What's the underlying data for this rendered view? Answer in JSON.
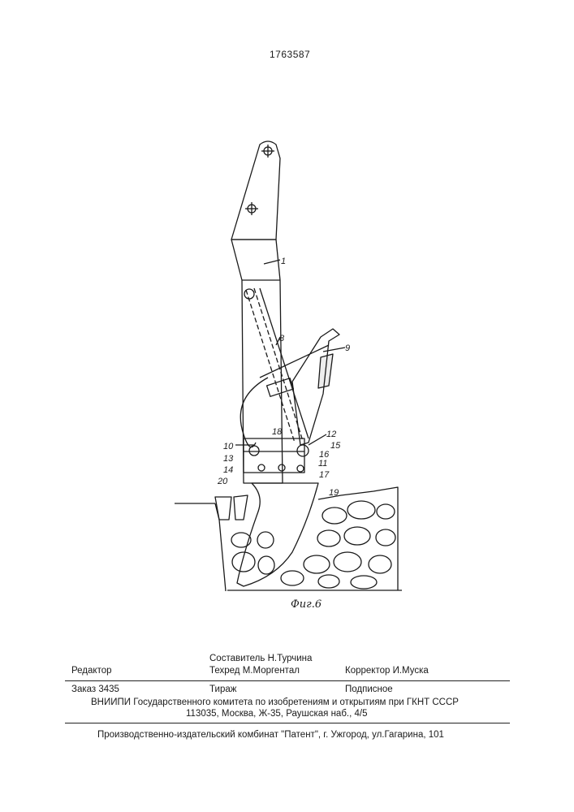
{
  "header": {
    "patent_number": "1763587"
  },
  "figure": {
    "caption": "Фиг.6",
    "labels": {
      "l1": "1",
      "l8": "8",
      "l9": "9",
      "l10": "10",
      "l11": "11",
      "l12": "12",
      "l13": "13",
      "l14": "14",
      "l15": "15",
      "l16": "16",
      "l17": "17",
      "l18": "18",
      "l19": "19",
      "l20": "20"
    }
  },
  "imprint": {
    "editor": "Редактор",
    "compiler": "Составитель  Н.Турчина",
    "techred": "Техред М.Моргентал",
    "corrector": "Корректор И.Муска",
    "order": "Заказ  3435",
    "circulation": "Тираж",
    "subscription": "Подписное",
    "vniipi": "ВНИИПИ Государственного комитета по изобретениям и открытиям при ГКНТ СССР",
    "address": "113035, Москва, Ж-35, Раушская наб., 4/5",
    "publisher": "Производственно-издательский комбинат \"Патент\", г. Ужгород, ул.Гагарина, 101"
  }
}
